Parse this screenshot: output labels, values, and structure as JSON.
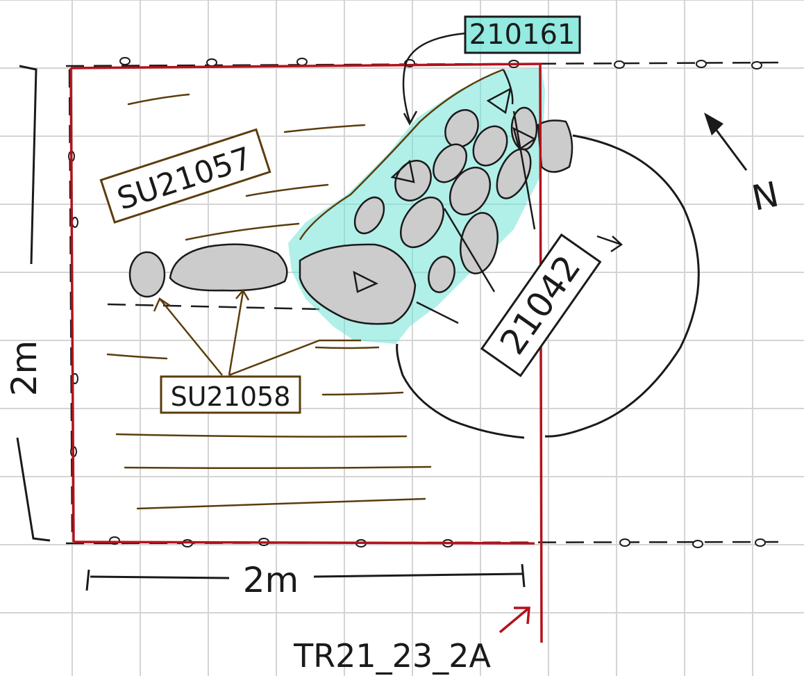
{
  "labels": {
    "context_cut": "210161",
    "su_upper": "SU21057",
    "su_lower": "SU21058",
    "feature": "21042",
    "north": "N",
    "dim_vertical": "2m",
    "dim_horizontal": "2m",
    "trench": "TR21_23_2A"
  },
  "colors": {
    "grid": "#d4d4d4",
    "trench_edge": "#b3121b",
    "ink": "#1a1a1a",
    "brown": "#5a3d0c",
    "cyan": "#6fe3d6",
    "stone": "#cccccc"
  }
}
